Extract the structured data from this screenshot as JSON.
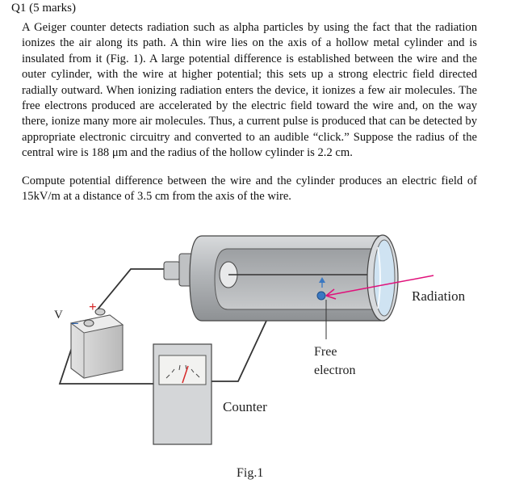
{
  "question": {
    "heading": "Q1 (5 marks)",
    "paragraph1": "A Geiger counter detects radiation such as alpha particles by using the fact that the radiation ionizes the air along its path. A thin wire lies on the axis of a hollow metal cylinder and is insulated from it (Fig. 1). A large potential difference is established between the wire and the outer cylinder, with the wire at higher potential; this sets up a strong electric field directed radially outward. When ionizing radiation enters the device, it ionizes a few air molecules. The free electrons produced are accelerated by the electric field toward the wire and, on the way there, ionize many more air molecules. Thus, a current pulse is produced that can be detected by appropriate electronic circuitry and converted to an audible “click.” Suppose the radius of the central wire is 188 μm and the radius of the hollow cylinder is 2.2 cm.",
    "paragraph2": "Compute potential difference between the wire and the cylinder produces an electric field of 15kV/m at a distance of 3.5 cm from the axis of the wire."
  },
  "figure": {
    "caption": "Fig.1",
    "labels": {
      "radiation": "Radiation",
      "free_electron_line1": "Free",
      "free_electron_line2": "electron",
      "counter": "Counter",
      "voltage": "V",
      "plus": "+",
      "minus": "−"
    },
    "colors": {
      "cylinder": "#b9bcbf",
      "radiation_ray": "#e0107a",
      "electron": "#3a78c2",
      "battery_terminal_plus": "#d62828",
      "counter_needle": "#d62828"
    },
    "icons": [
      "battery-icon",
      "counter-meter-icon",
      "geiger-tube-icon"
    ]
  }
}
